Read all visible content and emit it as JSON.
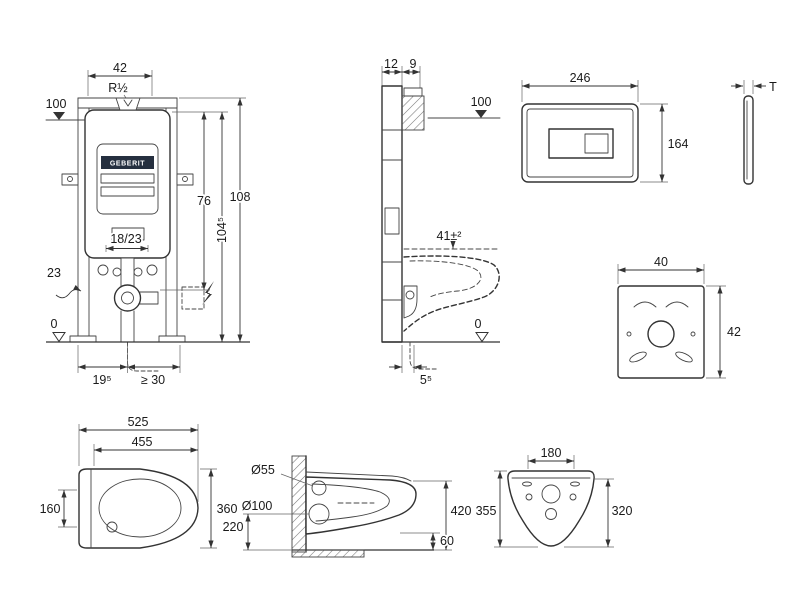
{
  "colors": {
    "background": "#ffffff",
    "line": "#333333",
    "brand_bar": "#252f3f"
  },
  "brand": {
    "logo_text": "GEBERIT"
  },
  "views": {
    "frame_front": {
      "width_top": "42",
      "inlet_thread": "R½",
      "level_100": "100",
      "height_76": "76",
      "height_108": "108",
      "height_104_5": "104⁵",
      "outlet_offsets": "18/23",
      "supply_height": "23",
      "level_0": "0",
      "pipe_offset": "19⁵",
      "side_clearance": "≥ 30"
    },
    "frame_side": {
      "rail_depth": "12",
      "cover_depth": "9",
      "level_100": "100",
      "seat_height": "41±²",
      "level_0": "0",
      "wall_offset": "5⁵"
    },
    "flush_plate": {
      "width": "246",
      "height": "164"
    },
    "plate_profile": {
      "thickness": "T"
    },
    "sound_pad": {
      "width": "40",
      "height": "42"
    },
    "pan_top": {
      "depth": "525",
      "depth_inner": "455",
      "back_width": "160",
      "width": "360"
    },
    "pan_side": {
      "flush_dia": "Ø55",
      "outlet_dia": "Ø100",
      "outlet_height": "220",
      "rim_height": "420",
      "front_gap": "60"
    },
    "pan_front": {
      "top_width": "180",
      "height_overall": "355",
      "height_body": "320"
    }
  }
}
